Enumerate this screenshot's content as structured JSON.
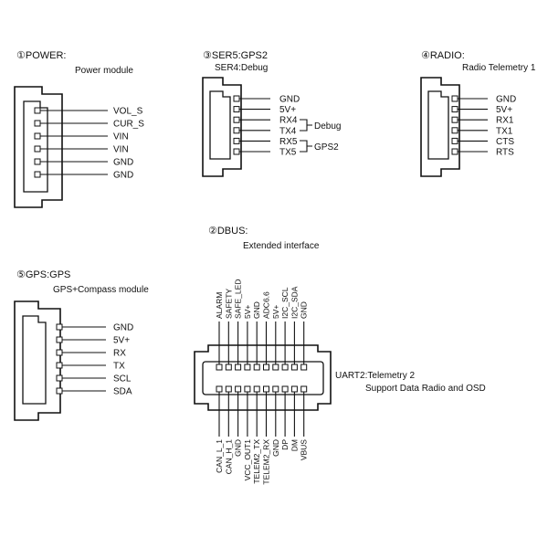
{
  "power": {
    "header": "①POWER:",
    "subtitle": "Power module",
    "pins": [
      "VOL_S",
      "CUR_S",
      "VIN",
      "VIN",
      "GND",
      "GND"
    ]
  },
  "serial": {
    "header": "③SER5:GPS2",
    "subtitle": "SER4:Debug",
    "pins": [
      "GND",
      "5V+",
      "RX4",
      "TX4",
      "RX5",
      "TX5"
    ],
    "group_debug": "Debug",
    "group_gps2": "GPS2"
  },
  "radio": {
    "header": "④RADIO:",
    "subtitle": "Radio Telemetry 1",
    "pins": [
      "GND",
      "5V+",
      "RX1",
      "TX1",
      "CTS",
      "RTS"
    ]
  },
  "dbus": {
    "header": "②DBUS:",
    "subtitle": "Extended interface",
    "top_pins": [
      "ALARM",
      "SAFETY",
      "SAFE_LED",
      "5V+",
      "GND",
      "ADC6.6",
      "5V+",
      "I2C_SCL",
      "I2C_SDA",
      "GND"
    ],
    "bottom_pins": [
      "CAN_L_1",
      "CAN_H_1",
      "GND",
      "VCC_OUT1",
      "TELEM2_TX",
      "TELEM2_RX",
      "GND",
      "DP",
      "DM",
      "VBUS"
    ],
    "side_title": "UART2:Telemetry 2",
    "side_subtitle": "Support  Data Radio and OSD"
  },
  "gps": {
    "header": "⑤GPS:GPS",
    "subtitle": "GPS+Compass module",
    "pins": [
      "GND",
      "5V+",
      "RX",
      "TX",
      "SCL",
      "SDA"
    ]
  }
}
